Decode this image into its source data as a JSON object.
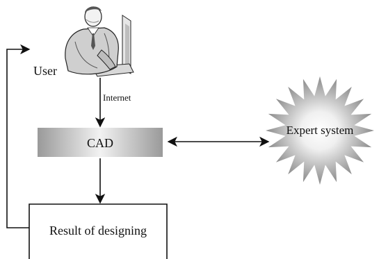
{
  "diagram": {
    "nodes": {
      "user": {
        "label": "User",
        "icon": "user-at-computer-icon"
      },
      "cad": {
        "label": "CAD"
      },
      "expert": {
        "label": "Expert system"
      },
      "result": {
        "label": "Result of designing"
      }
    },
    "edges": {
      "user_to_cad": {
        "label": "Internet"
      }
    },
    "colors": {
      "stroke": "#111111",
      "cad_fill_dark": "#9a9a9a",
      "cad_fill_light": "#f2f2f2",
      "expert_fill_center": "#ffffff",
      "expert_fill_edge": "#8a8a8a"
    }
  }
}
